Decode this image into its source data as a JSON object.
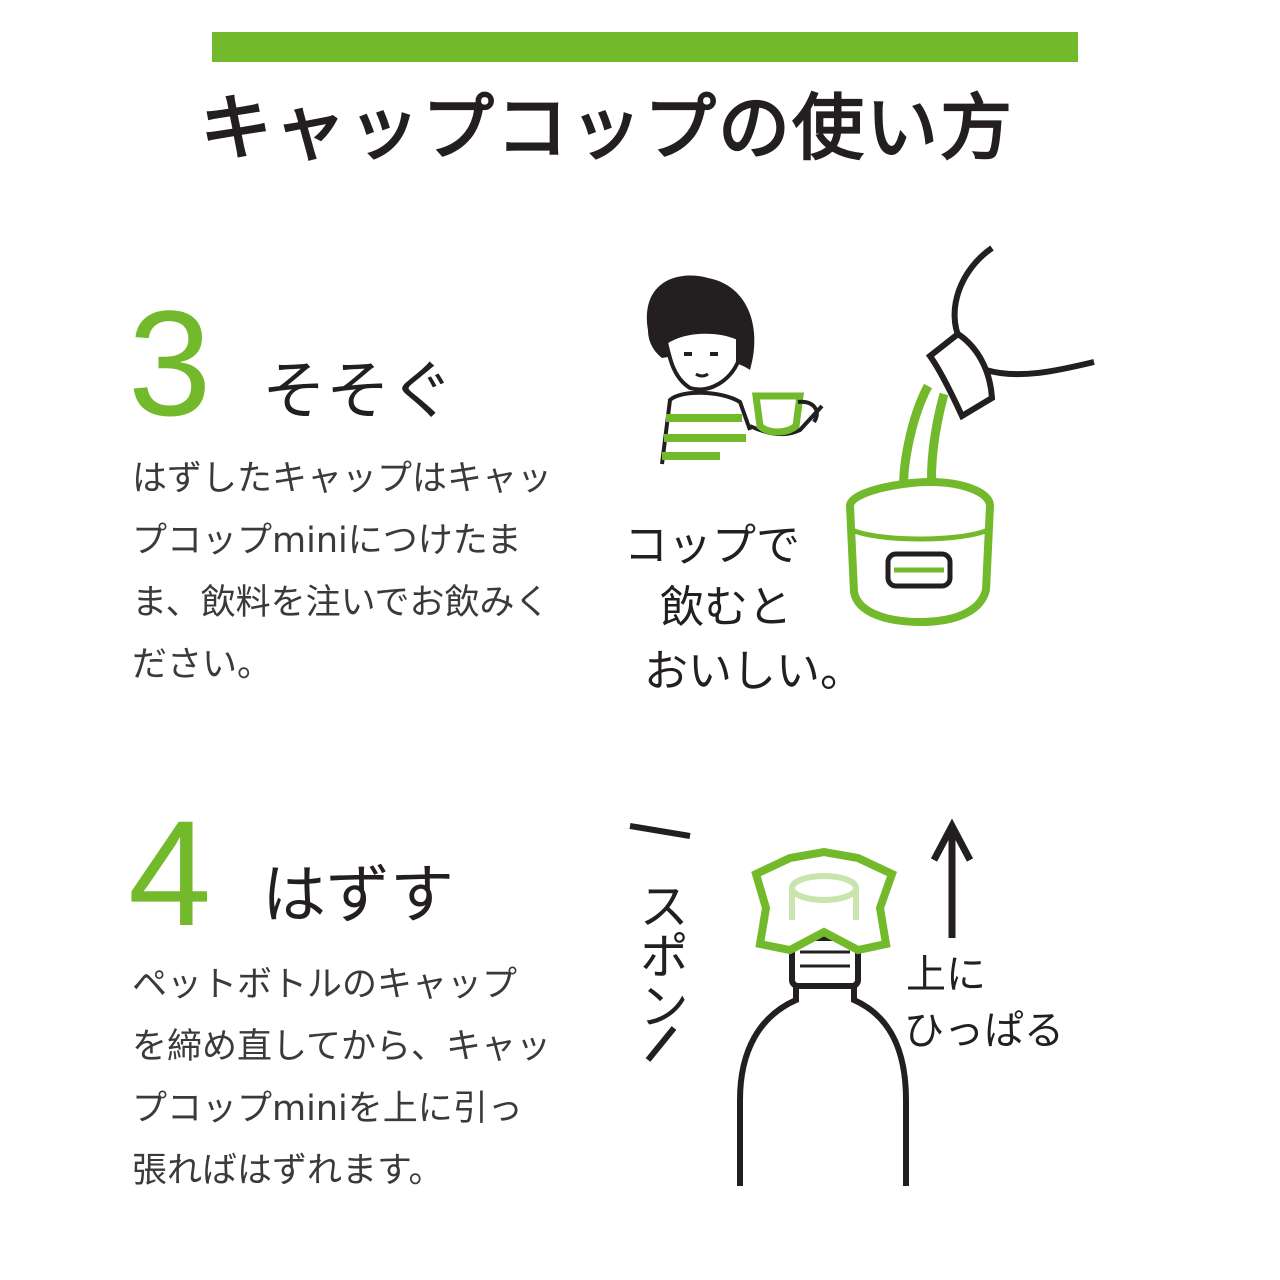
{
  "header": {
    "title": "キャップコップの使い方",
    "accent_color": "#72b92b"
  },
  "steps": [
    {
      "number": "3",
      "heading": "そそぐ",
      "body_lines": [
        "はずしたキャップはキャッ",
        "プコップminiにつけたま",
        "ま、飲料を注いでお飲みく",
        "ださい。"
      ],
      "illustration": {
        "caption_lines": [
          "コップで",
          "飲むと",
          "おいしい。"
        ]
      }
    },
    {
      "number": "4",
      "heading": "はずす",
      "body_lines": [
        "ペットボトルのキャップ",
        "を締め直してから、キャッ",
        "プコップminiを上に引っ",
        "張ればはずれます。"
      ],
      "illustration": {
        "sound_effect": "スポン",
        "caption_lines": [
          "上に",
          "ひっぱる"
        ]
      }
    }
  ]
}
